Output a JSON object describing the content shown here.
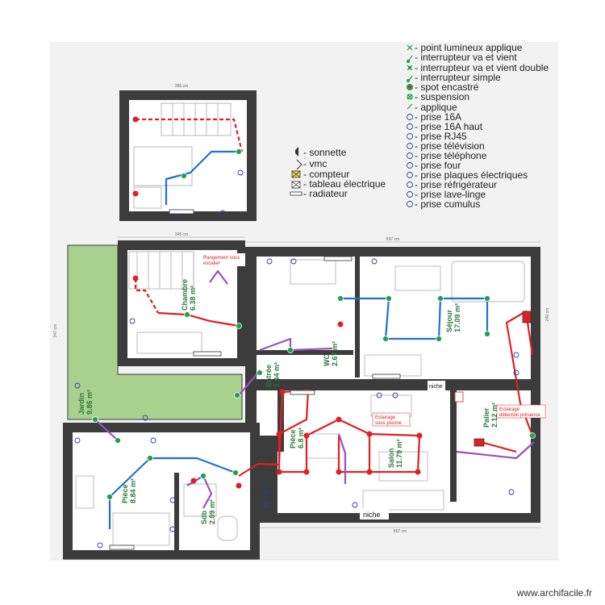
{
  "legend_right": [
    "- point lumineux applique",
    "- interrupteur va et vient",
    "- interrupteur va et vient double",
    "- interrupteur simple",
    "- spot encastré",
    "- suspension",
    "- applique",
    "- prise 16A",
    "- prise 16A haut",
    "- prise RJ45",
    "- prise télévision",
    "- prise téléphone",
    "- prise four",
    "- prise plaques électriques",
    "- prise réfrigérateur",
    "- prise lave-linge",
    "- prise cumulus"
  ],
  "legend_left": [
    "- sonnette",
    "- vmc",
    "- compteur",
    "- tableau électrique",
    "- radiateur"
  ],
  "rooms": {
    "chambre": {
      "name": "Chambre",
      "area": "6.38 m²"
    },
    "sejour": {
      "name": "Séjour",
      "area": "17.09 m²"
    },
    "jardin": {
      "name": "Jardin",
      "area": "9.86 m²"
    },
    "pieces": {
      "name": "Pièce",
      "area": "8.84 m²"
    },
    "salon": {
      "name": "Salon",
      "area": "11.79 m²"
    },
    "wc": {
      "name": "WC",
      "area": "2.67 m²"
    },
    "sdb": {
      "name": "Sdb",
      "area": "2.09 m²"
    },
    "cuisine": {
      "name": "Pièce",
      "area": "6.8 m²"
    },
    "entree": {
      "name": "Entrée",
      "area": "1.44 m²"
    },
    "palier": {
      "name": "Palier",
      "area": "2.12 m²"
    }
  },
  "notes": {
    "rangement_1": "Rangement sous",
    "rangement_2": "escalier",
    "eclairage_piscine_1": "Eclairage",
    "eclairage_piscine_2": "sous piscine",
    "eclairage_detection_1": "Eclairage",
    "eclairage_detection_2": "détection présence",
    "niche_top": "niche",
    "niche_bottom": "niche"
  },
  "dimensions": {
    "top_box_width": "386 cm",
    "upper_width": "345 cm",
    "main_width": "697 cm",
    "bottom_width": "567 cm",
    "left_height": "347 cm",
    "right_height": "249 cm"
  },
  "footer": "www.archifacile.fr",
  "colors": {
    "wall": "#3c3c3c",
    "garden": "#a9d18e",
    "red_circuit": "#e02020",
    "blue_circuit": "#1f6fd8",
    "purple_circuit": "#9b4fc2",
    "switch_green": "#22a04a",
    "outlet_blue": "#2b3fa0",
    "room_label": "#2a7a3a"
  }
}
